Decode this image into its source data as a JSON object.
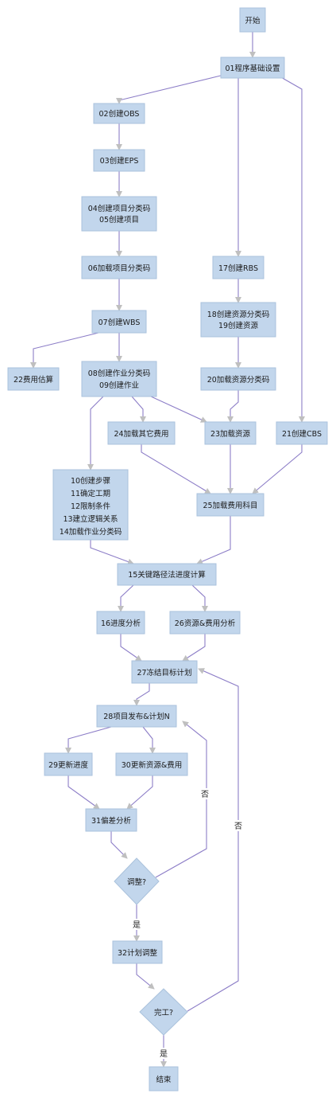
{
  "diagram": {
    "nodes": {
      "start": [
        "开始"
      ],
      "n01": [
        "01程序基础设置"
      ],
      "n02": [
        "02创建OBS"
      ],
      "n03": [
        "03创建EPS"
      ],
      "n0405": [
        "04创建项目分类码",
        "05创建项目"
      ],
      "n06": [
        "06加载项目分类码"
      ],
      "n07": [
        "07创建WBS"
      ],
      "n22": [
        "22费用估算"
      ],
      "n0809": [
        "08创建作业分类码",
        "09创建作业"
      ],
      "n17": [
        "17创建RBS"
      ],
      "n1819": [
        "18创建资源分类码",
        "19创建资源"
      ],
      "n20": [
        "20加载资源分类码"
      ],
      "n24": [
        "24加载其它费用"
      ],
      "n23": [
        "23加载资源"
      ],
      "n21": [
        "21创建CBS"
      ],
      "n10_14": [
        "10创建步骤",
        "11确定工期",
        "12限制条件",
        "13建立逻辑关系",
        "14加载作业分类码"
      ],
      "n25": [
        "25加载费用科目"
      ],
      "n15": [
        "15关键路径法进度计算"
      ],
      "n16": [
        "16进度分析"
      ],
      "n26": [
        "26资源&费用分析"
      ],
      "n27": [
        "27冻结目标计划"
      ],
      "n28": [
        "28项目发布&计划N"
      ],
      "n29": [
        "29更新进度"
      ],
      "n30": [
        "30更新资源&费用"
      ],
      "n31": [
        "31偏差分析"
      ],
      "d_adjust": [
        "调整?"
      ],
      "n32": [
        "32计划调整"
      ],
      "d_done": [
        "完工?"
      ],
      "end": [
        "结束"
      ]
    },
    "labels": {
      "no_adjust": "否",
      "no_done": "否",
      "yes_adjust": "是",
      "yes_done": "是"
    },
    "colors": {
      "node_fill": "#c2d6ec",
      "node_border": "#aac2dc",
      "edge": "#8c7dc7",
      "arrowhead": "#bfbfbf"
    }
  }
}
